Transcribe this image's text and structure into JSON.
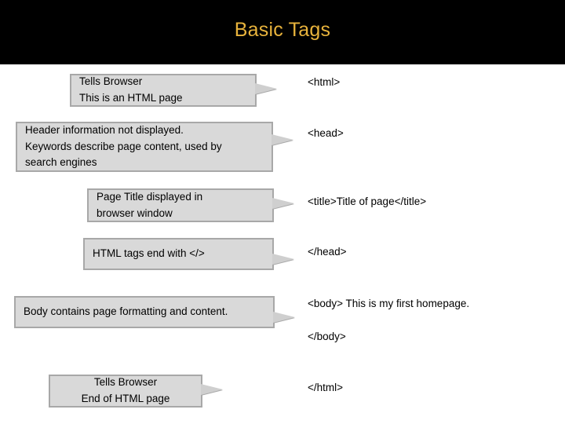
{
  "slide": {
    "title": "Basic Tags",
    "title_color": "#e8b33c",
    "header_background": "#000000",
    "body_background": "#ffffff",
    "callout_fill": "#d9d9d9",
    "callout_border": "#a8a8a8"
  },
  "callouts": [
    {
      "name": "callout-html",
      "lines": [
        "Tells Browser",
        "This is an HTML page"
      ],
      "align": "left"
    },
    {
      "name": "callout-head",
      "lines": [
        "Header information not displayed.",
        "Keywords describe page content, used by",
        "search engines"
      ],
      "align": "left"
    },
    {
      "name": "callout-title",
      "lines": [
        "Page Title displayed in",
        "browser window"
      ],
      "align": "left"
    },
    {
      "name": "callout-end-tag",
      "lines": [
        "HTML tags end with </>"
      ],
      "align": "left"
    },
    {
      "name": "callout-body",
      "lines": [
        "Body contains page formatting and content."
      ],
      "align": "left"
    },
    {
      "name": "callout-close-html",
      "lines": [
        "Tells Browser",
        "End of HTML page"
      ],
      "align": "center"
    }
  ],
  "code_lines": [
    {
      "name": "code-html-open",
      "text": "<html>"
    },
    {
      "name": "code-head-open",
      "text": "<head>"
    },
    {
      "name": "code-title",
      "text": "<title>Title of page</title>"
    },
    {
      "name": "code-head-close",
      "text": "</head>"
    },
    {
      "name": "code-body-open",
      "text": "<body> This is my first homepage."
    },
    {
      "name": "code-body-close",
      "text": "</body>"
    },
    {
      "name": "code-html-close",
      "text": "</html>"
    }
  ]
}
